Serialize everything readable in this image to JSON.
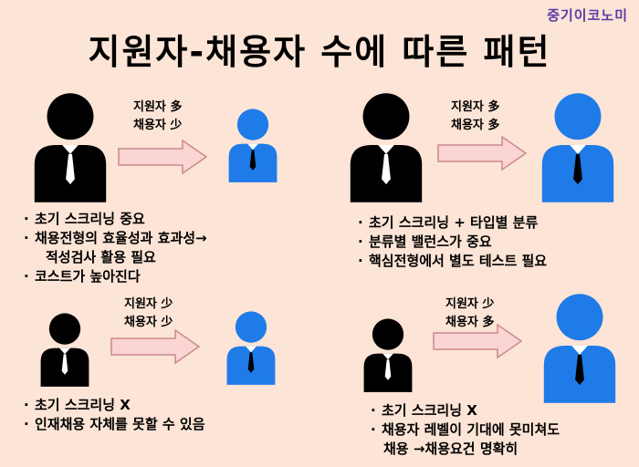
{
  "brand": "중기이코노미",
  "title": "지원자-채용자 수에 따른 패턴",
  "quadrants": [
    {
      "applicant_label": "지원자 多",
      "recruiter_label": "채용자 少",
      "notes": [
        "초기 스크리닝 중요",
        "채용전형의 효율성과 효과성→",
        "적성검사 활용 필요",
        "코스트가 높아진다"
      ]
    },
    {
      "applicant_label": "지원자 多",
      "recruiter_label": "채용자 多",
      "notes": [
        "초기 스크리닝 + 타입별 분류",
        "분류별 밸런스가 중요",
        "핵심전형에서 별도 테스트 필요"
      ]
    },
    {
      "applicant_label": "지원자 少",
      "recruiter_label": "채용자 少",
      "notes": [
        "초기 스크리닝 X",
        "인재채용 자체를 못할 수 있음"
      ]
    },
    {
      "applicant_label": "지원자 少",
      "recruiter_label": "채용자 多",
      "notes": [
        "초기 스크리닝 X",
        "채용자 레벨이 기대에 못미쳐도",
        "채용 →채용요건 명확히"
      ]
    }
  ],
  "colors": {
    "background": "#fce4d6",
    "applicant_figure": "#000000",
    "recruiter_figure": "#1e7be8",
    "arrow_fill": "#fbd4d4",
    "arrow_stroke": "#c98a8a",
    "brand": "#5b3aa8"
  }
}
